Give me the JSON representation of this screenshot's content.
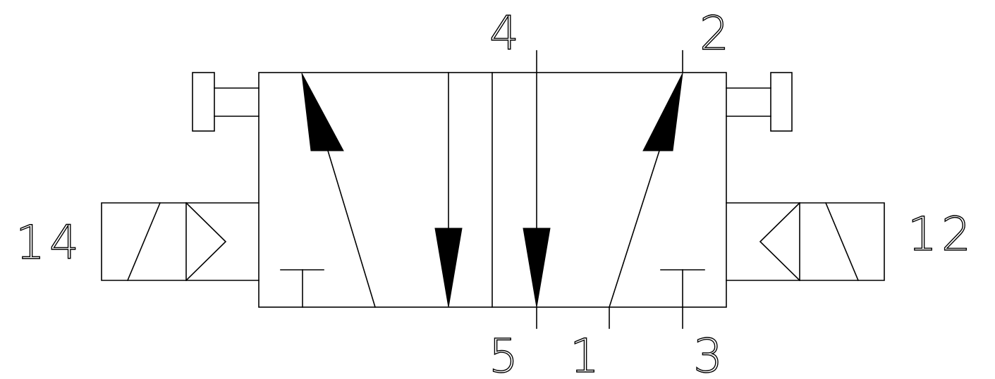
{
  "diagram": {
    "port_labels": {
      "port_4": "4",
      "port_2": "2",
      "port_5": "5",
      "port_1": "1",
      "port_3": "3"
    },
    "pilot_labels": {
      "left": "14",
      "right": "12"
    },
    "colors": {
      "stroke": "#000000",
      "background": "#ffffff"
    }
  }
}
